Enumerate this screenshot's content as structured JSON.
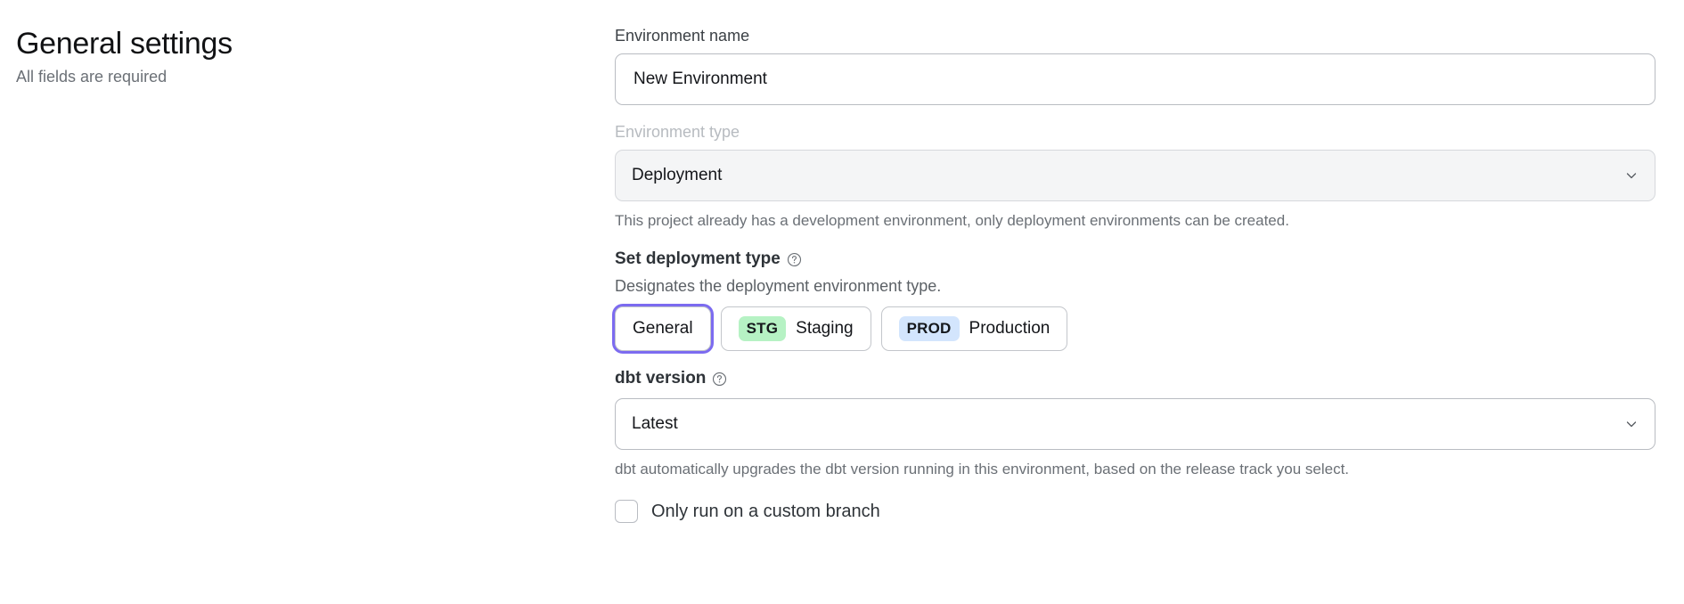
{
  "header": {
    "title": "General settings",
    "subtitle": "All fields are required"
  },
  "form": {
    "environment_name": {
      "label": "Environment name",
      "value": "New Environment",
      "placeholder": "Environment name"
    },
    "environment_type": {
      "label": "Environment type",
      "value": "Deployment",
      "disabled_label": true,
      "chevron_icon": "chevron-down-icon",
      "help_text": "This project already has a development environment, only deployment environments can be created."
    },
    "deployment_type": {
      "heading": "Set deployment type",
      "help_icon": "question-circle-icon",
      "description": "Designates the deployment environment type.",
      "options": [
        {
          "label": "General",
          "badge": "",
          "badge_kind": "",
          "focused": true
        },
        {
          "label": "Staging",
          "badge": "STG",
          "badge_kind": "stg",
          "focused": false
        },
        {
          "label": "Production",
          "badge": "PROD",
          "badge_kind": "prod",
          "focused": false
        }
      ]
    },
    "dbt_version": {
      "heading": "dbt version",
      "help_icon": "question-circle-icon",
      "value": "Latest",
      "chevron_icon": "chevron-down-icon",
      "help_text": "dbt automatically upgrades the dbt version running in this environment, based on the release track you select."
    },
    "custom_branch": {
      "label": "Only run on a custom branch",
      "checked": false
    }
  },
  "colors": {
    "focus_ring": "#7c6bf0",
    "badge_staging_bg": "#b6f2c4",
    "badge_production_bg": "#d3e5fd",
    "muted_field_bg": "#f4f5f6",
    "text_muted": "#6b7076"
  }
}
